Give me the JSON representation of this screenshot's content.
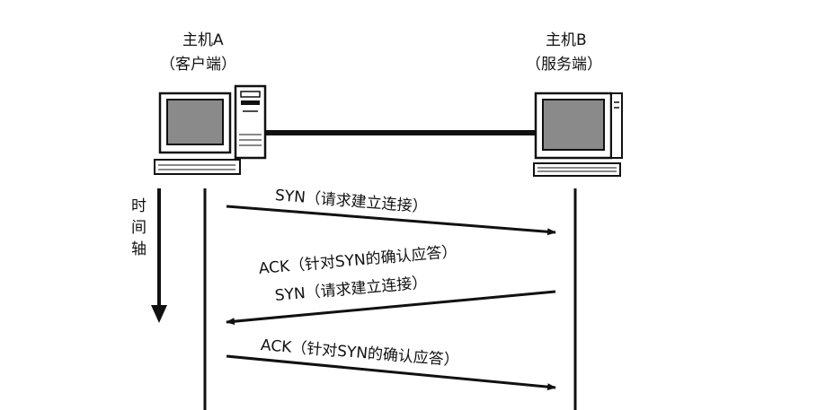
{
  "hosts": {
    "a": {
      "name": "主机A",
      "role": "（客户端）"
    },
    "b": {
      "name": "主机B",
      "role": "（服务端）"
    }
  },
  "time_axis": {
    "chars": [
      "时",
      "间",
      "轴"
    ]
  },
  "messages": [
    {
      "label": "SYN（请求建立连接）",
      "direction": "a-to-b"
    },
    {
      "label": "ACK（针对SYN的确认应答）",
      "direction": "b-to-a"
    },
    {
      "label": "SYN（请求建立连接）",
      "direction": "b-to-a"
    },
    {
      "label": "ACK（针对SYN的确认应答）",
      "direction": "a-to-b"
    }
  ],
  "colors": {
    "ink": "#111111",
    "screen": "#8a8a8a",
    "background": "#ffffff"
  }
}
